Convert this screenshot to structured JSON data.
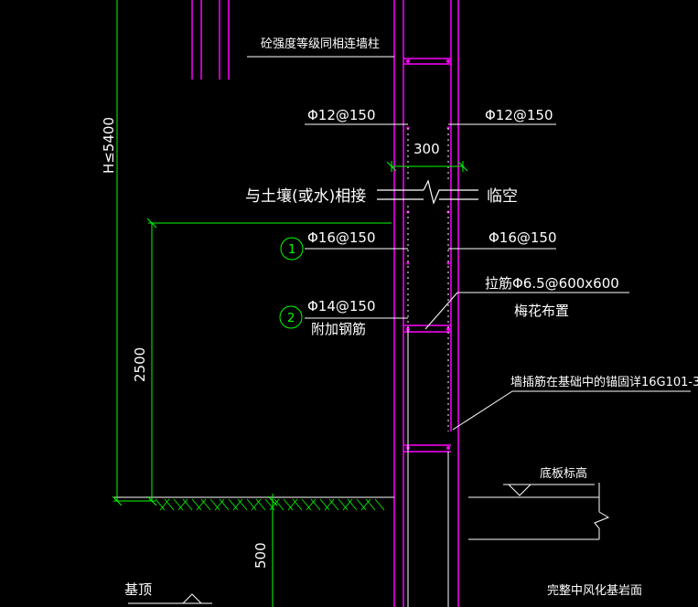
{
  "drawing": {
    "concrete_column_note": "砼强度等级同相连墙柱",
    "bar_left_top": "Φ12@150",
    "bar_right_top": "Φ12@150",
    "wall_width": "300",
    "soil_contact_note": "与土壤(或水)相接",
    "temporary_side_note": "临空",
    "bar_left_mid": "Φ16@150",
    "bar_right_mid": "Φ16@150",
    "tie_bar_note": "拉筋Φ6.5@600x600",
    "quincunx_layout_note": "梅花布置",
    "bar_left_lower": "Φ14@150",
    "additional_bars_note": "附加钢筋",
    "anchorage_note": "墙插筋在基础中的锚固详16G101-3",
    "slab_bottom_level": "底板标高",
    "height_dim": "H≤5400",
    "dim_2500": "2500",
    "dim_500": "500",
    "foundation_top": "基顶",
    "bedrock_surface": "完整中风化基岩面",
    "marker_1": "1",
    "marker_2": "2"
  },
  "colors": {
    "wall_outline": "#ff00ff",
    "dimension": "#00ff00",
    "annotation": "#ffffff",
    "marker": "#00ff00",
    "rebar": "#ffffff"
  }
}
